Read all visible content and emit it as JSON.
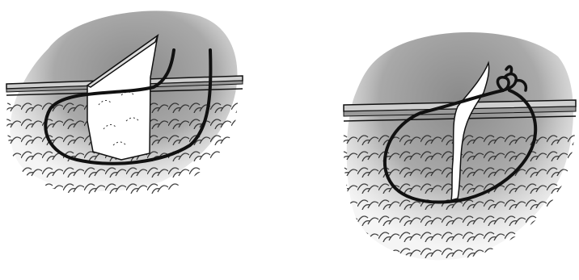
{
  "figure": {
    "panels": [
      {
        "id": "panel-left",
        "state": "wound-open-with-suture-loop"
      },
      {
        "id": "panel-right",
        "state": "wound-closed-with-tied-knot"
      }
    ],
    "colors": {
      "background": "#ffffff",
      "shading_dark": "#8a8a8a",
      "shading_light": "#d6d6d6",
      "skin_band": "#cfcfcf",
      "ink": "#111111",
      "wound_fill": "#ffffff"
    }
  }
}
